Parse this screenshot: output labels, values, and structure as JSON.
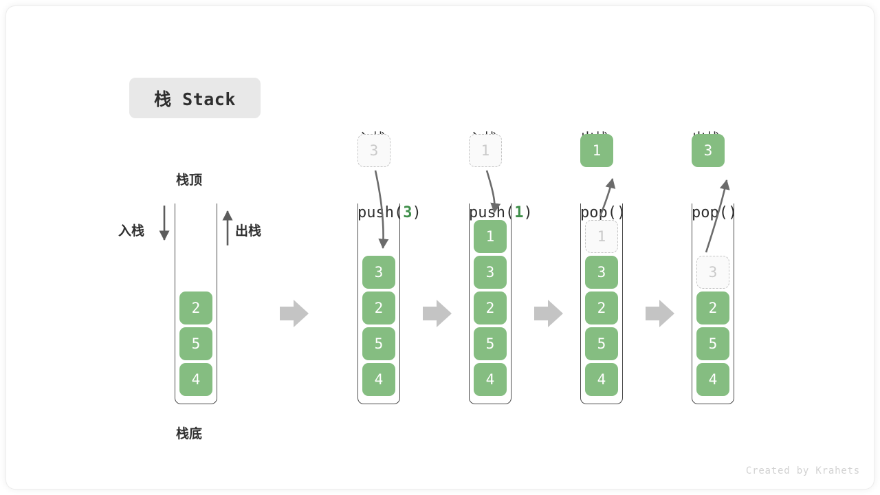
{
  "title": {
    "text": "栈 Stack"
  },
  "watermark": "Created by Krahets",
  "labels": {
    "top": "栈顶",
    "bottom": "栈底",
    "push_side": "入栈",
    "pop_side": "出栈"
  },
  "colors": {
    "element_fill": "#85bd81",
    "element_text": "#ffffff",
    "ghost_fill": "#fafafa",
    "ghost_text": "#c9c9c9",
    "ghost_border": "#c4c4c4",
    "container_stroke": "#4a4a4a",
    "arrow_gray": "#6b6b6b",
    "step_arrow": "#c4c4c4",
    "accent_green_text": "#3f8f4a",
    "title_bg": "#e8e8e8",
    "watermark": "#d2d2d2"
  },
  "columns": [
    {
      "id": "initial",
      "header_cn": "",
      "header_code": "",
      "stack": [
        "2",
        "5",
        "4"
      ],
      "floating": null,
      "ghost_in_stack": null
    },
    {
      "id": "push-3",
      "header_cn": "入栈",
      "header_code": "push(3)",
      "header_code_prefix": "push(",
      "header_code_value": "3",
      "header_code_suffix": ")",
      "stack": [
        "3",
        "2",
        "5",
        "4"
      ],
      "floating": {
        "value": "3",
        "style": "ghost"
      },
      "ghost_in_stack": null
    },
    {
      "id": "push-1",
      "header_cn": "入栈",
      "header_code": "push(1)",
      "header_code_prefix": "push(",
      "header_code_value": "1",
      "header_code_suffix": ")",
      "stack": [
        "1",
        "3",
        "2",
        "5",
        "4"
      ],
      "floating": {
        "value": "1",
        "style": "ghost"
      },
      "ghost_in_stack": null
    },
    {
      "id": "pop-1",
      "header_cn": "出栈",
      "header_code": "pop()",
      "header_code_prefix": "pop(",
      "header_code_value": "",
      "header_code_suffix": ")",
      "stack": [
        "3",
        "2",
        "5",
        "4"
      ],
      "floating": {
        "value": "1",
        "style": "solid"
      },
      "ghost_in_stack": {
        "value": "1",
        "slot": 0
      }
    },
    {
      "id": "pop-3",
      "header_cn": "出栈",
      "header_code": "pop()",
      "header_code_prefix": "pop(",
      "header_code_value": "",
      "header_code_suffix": ")",
      "stack": [
        "2",
        "5",
        "4"
      ],
      "floating": {
        "value": "3",
        "style": "solid"
      },
      "ghost_in_stack": {
        "value": "3",
        "slot": 0
      }
    }
  ],
  "cells": {
    "c0_2": "2",
    "c0_5": "5",
    "c0_4": "4",
    "c1_3": "3",
    "c1_2": "2",
    "c1_5": "5",
    "c1_4": "4",
    "c2_1": "1",
    "c2_3": "3",
    "c2_2": "2",
    "c2_5": "5",
    "c2_4": "4",
    "c3_g1": "1",
    "c3_3": "3",
    "c3_2": "2",
    "c3_5": "5",
    "c3_4": "4",
    "c4_g3": "3",
    "c4_2": "2",
    "c4_5": "5",
    "c4_4": "4",
    "f1": "3",
    "f2": "1",
    "f3": "1",
    "f4": "3"
  }
}
